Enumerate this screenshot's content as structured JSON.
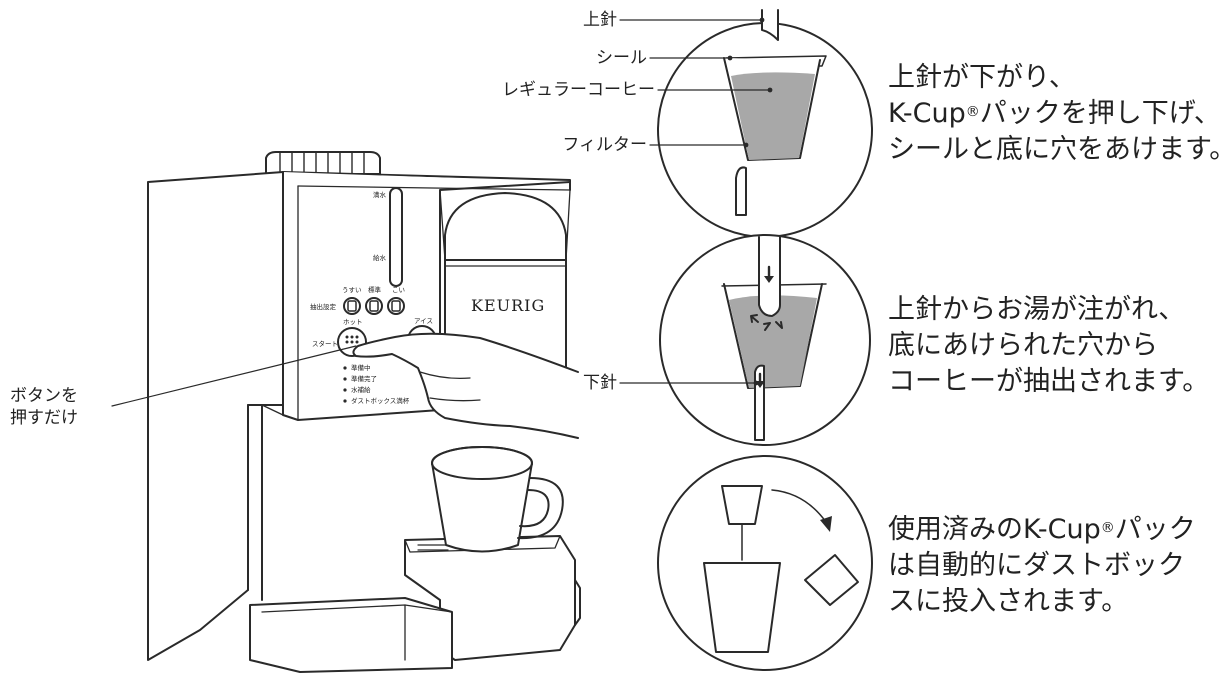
{
  "machine": {
    "brand": "KEURIG",
    "panel": {
      "water_full": "満水",
      "water_refill": "給水",
      "strength_label": "抽出設定",
      "strength_weak": "うすい",
      "strength_std": "標準",
      "strength_strong": "こい",
      "hot": "ホット",
      "ice": "アイス",
      "start": "スタート",
      "status": [
        "準備中",
        "準備完了",
        "水補給",
        "ダストボックス満杯"
      ]
    }
  },
  "callouts": {
    "press_line1": "ボタンを",
    "press_line2": "押すだけ",
    "upper_needle": "上針",
    "seal": "シール",
    "regular_coffee": "レギュラーコーヒー",
    "filter": "フィルター",
    "lower_needle": "下針"
  },
  "steps": [
    {
      "lines": [
        "上針が下がり、",
        "K-Cup",
        "パックを押し下げ、",
        "シールと底に穴をあけます。"
      ],
      "reg": "®"
    },
    {
      "lines": [
        "上針からお湯が注がれ、",
        "底にあけられた穴から",
        "コーヒーが抽出されます。"
      ]
    },
    {
      "lines": [
        "使用済みのK-Cup",
        "パック",
        "は自動的にダストボック",
        "スに投入されます。"
      ],
      "reg": "®"
    }
  ],
  "colors": {
    "line": "#2a2a2a",
    "coffee": "#a8a8a8",
    "background": "#ffffff"
  }
}
